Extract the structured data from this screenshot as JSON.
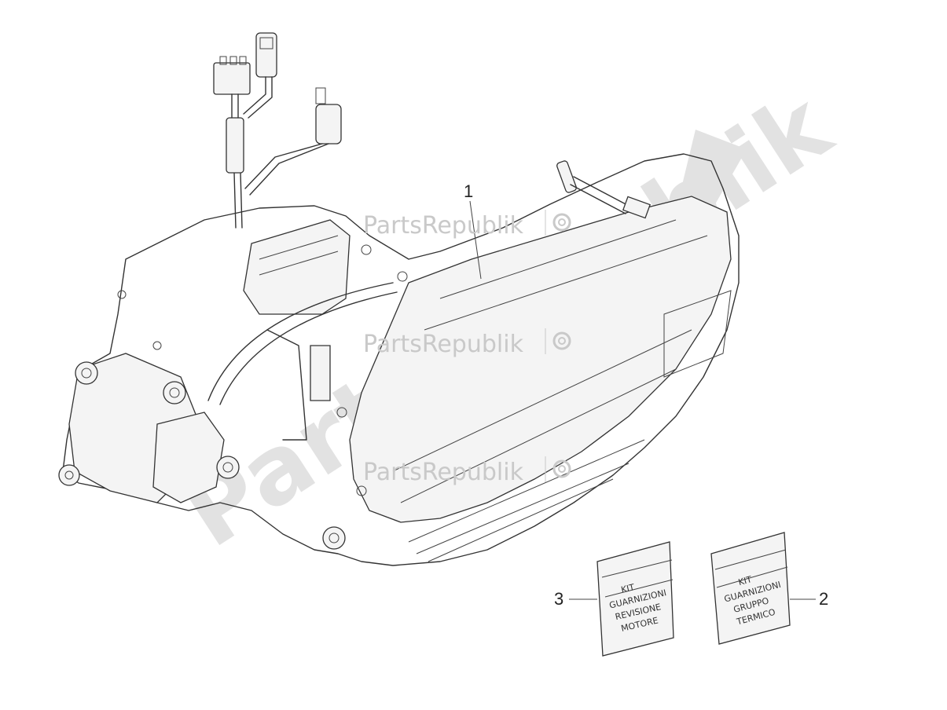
{
  "watermarks": {
    "brand": "PartsRepublik",
    "diagonal": "PartsRepublik"
  },
  "callouts": {
    "engine": "1",
    "cylinder_gasket_kit": "2",
    "engine_gasket_kit": "3"
  },
  "kits": {
    "left_bag_lines": [
      "KIT",
      "GUARNIZIONI",
      "REVISIONE",
      "MOTORE"
    ],
    "right_bag_lines": [
      "KIT",
      "GUARNIZIONI",
      "GRUPPO",
      "TERMICO"
    ]
  },
  "colors": {
    "line": "#333333",
    "watermark": "#c9c9c9",
    "background": "#ffffff"
  }
}
